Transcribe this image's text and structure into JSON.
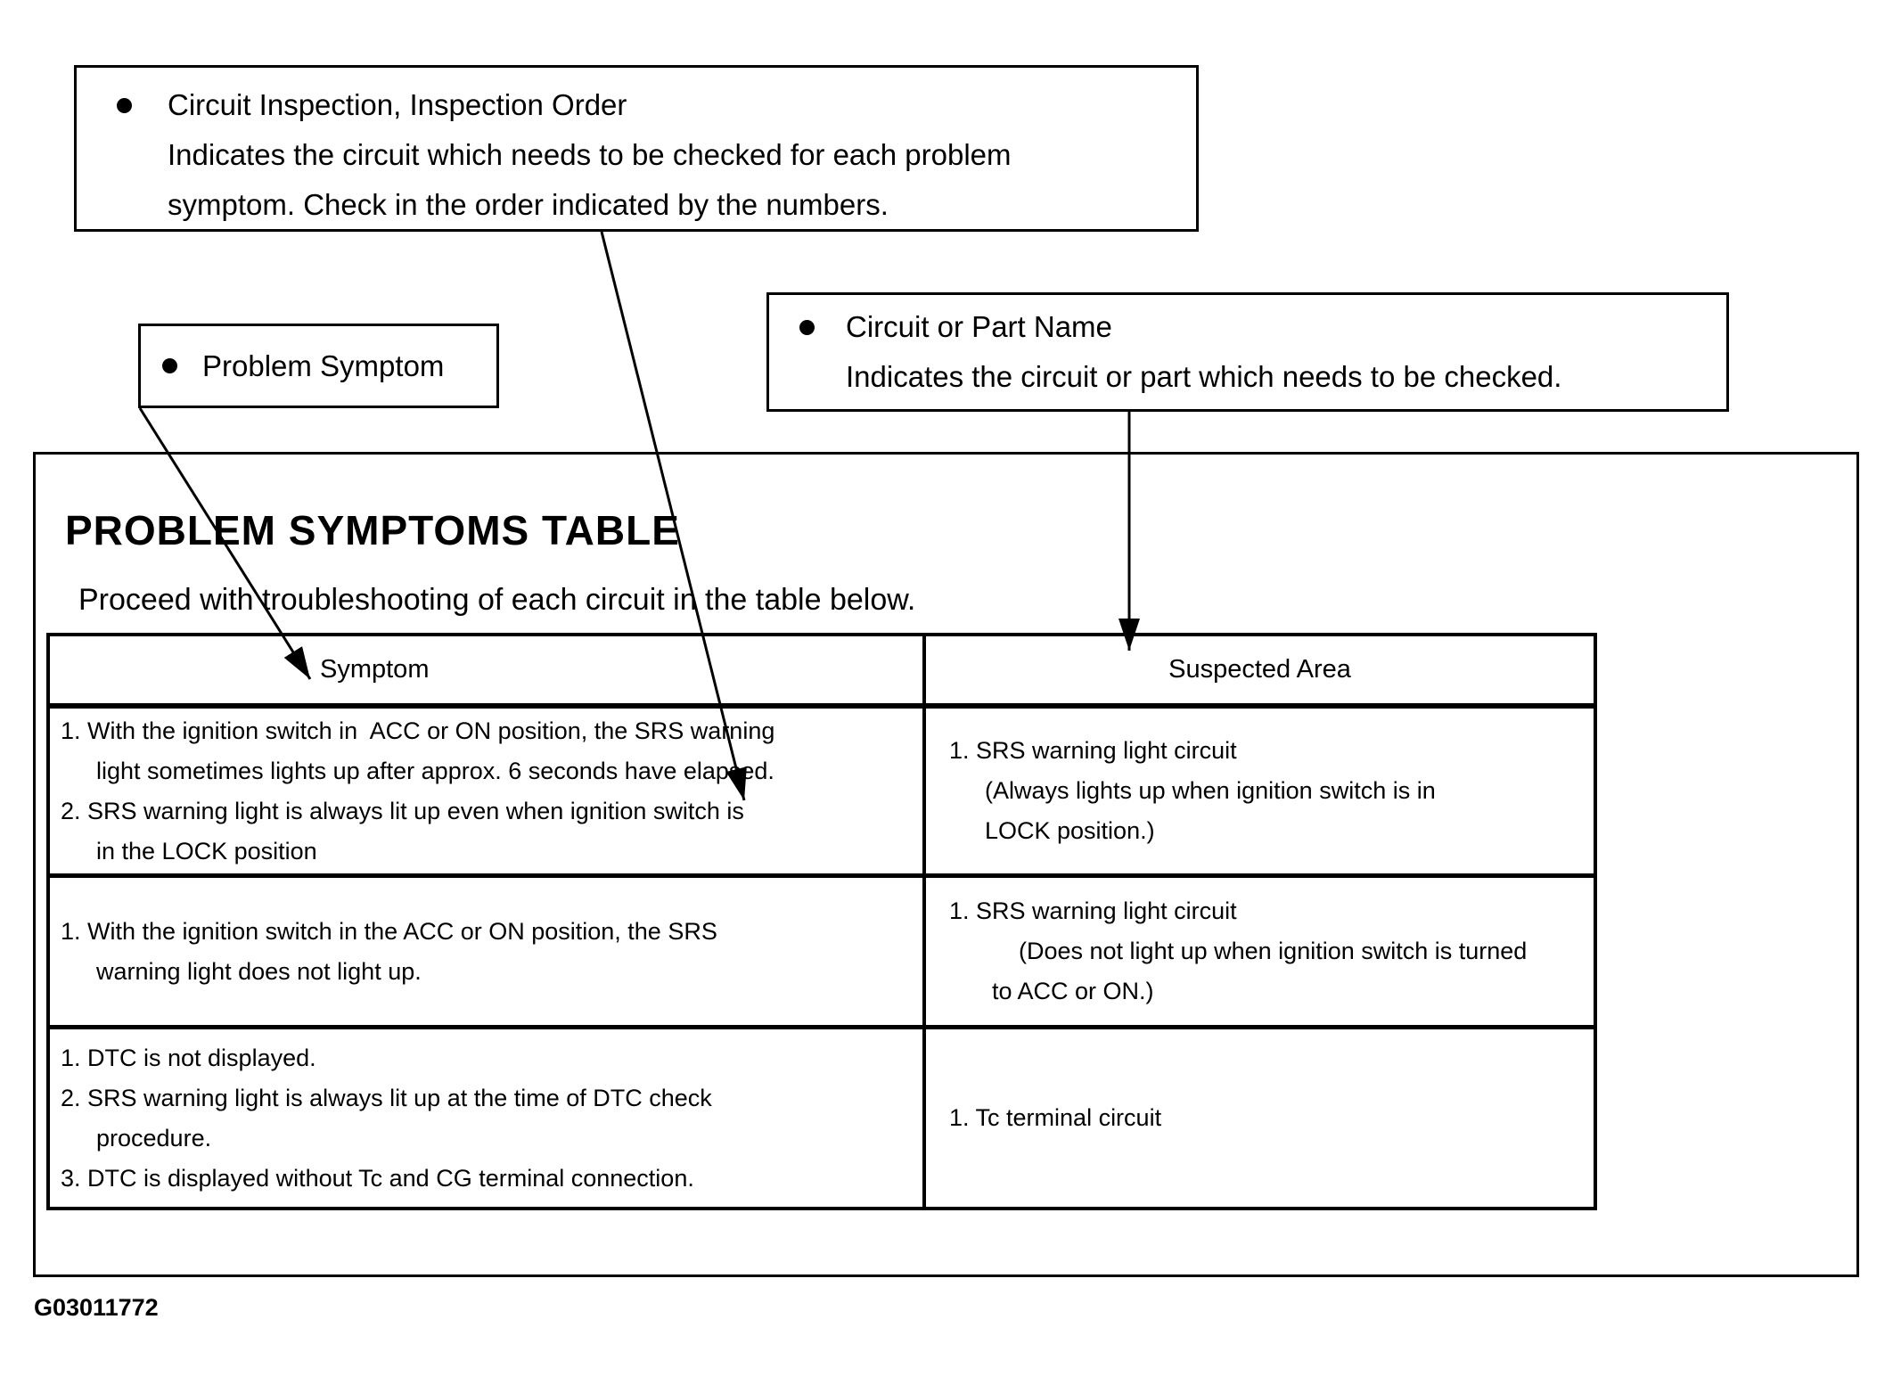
{
  "colors": {
    "ink": "#000000",
    "paper": "#ffffff"
  },
  "callouts": {
    "circuit_inspection": {
      "title": "Circuit Inspection, Inspection Order",
      "body": [
        "Indicates the circuit which needs to be checked for each problem",
        "symptom. Check in the order indicated by the numbers."
      ]
    },
    "problem_symptom": {
      "title": "Problem Symptom"
    },
    "circuit_or_part_name": {
      "title": "Circuit or Part Name",
      "body": [
        "Indicates the circuit or part which needs to be checked."
      ]
    }
  },
  "main_panel": {
    "heading": "PROBLEM SYMPTOMS TABLE",
    "subtitle": "Proceed with troubleshooting of each circuit in the table below.",
    "table": {
      "headers": [
        "Symptom",
        "Suspected Area"
      ],
      "rows": [
        {
          "symptom": [
            "1. With the ignition switch in  ACC or ON position, the SRS warning",
            "light sometimes lights up after approx. 6 seconds have elapsed.",
            "2. SRS warning light is always lit up even when ignition switch is",
            "in the LOCK position"
          ],
          "suspected": [
            "1. SRS warning light circuit",
            "(Always lights up when ignition switch is in",
            "LOCK position.)"
          ]
        },
        {
          "symptom": [
            "1. With the ignition switch in the ACC or ON position, the SRS",
            "warning light does not light up."
          ],
          "suspected": [
            "1. SRS warning light circuit",
            "(Does not light up when ignition switch is turned",
            "to ACC or ON.)"
          ]
        },
        {
          "symptom": [
            "1. DTC is not displayed.",
            "2. SRS warning light is always lit up at the time of DTC check",
            "procedure.",
            "3. DTC is displayed without Tc and CG terminal connection."
          ],
          "suspected": [
            "1. Tc terminal circuit"
          ]
        }
      ]
    }
  },
  "figure_id": "G03011772"
}
